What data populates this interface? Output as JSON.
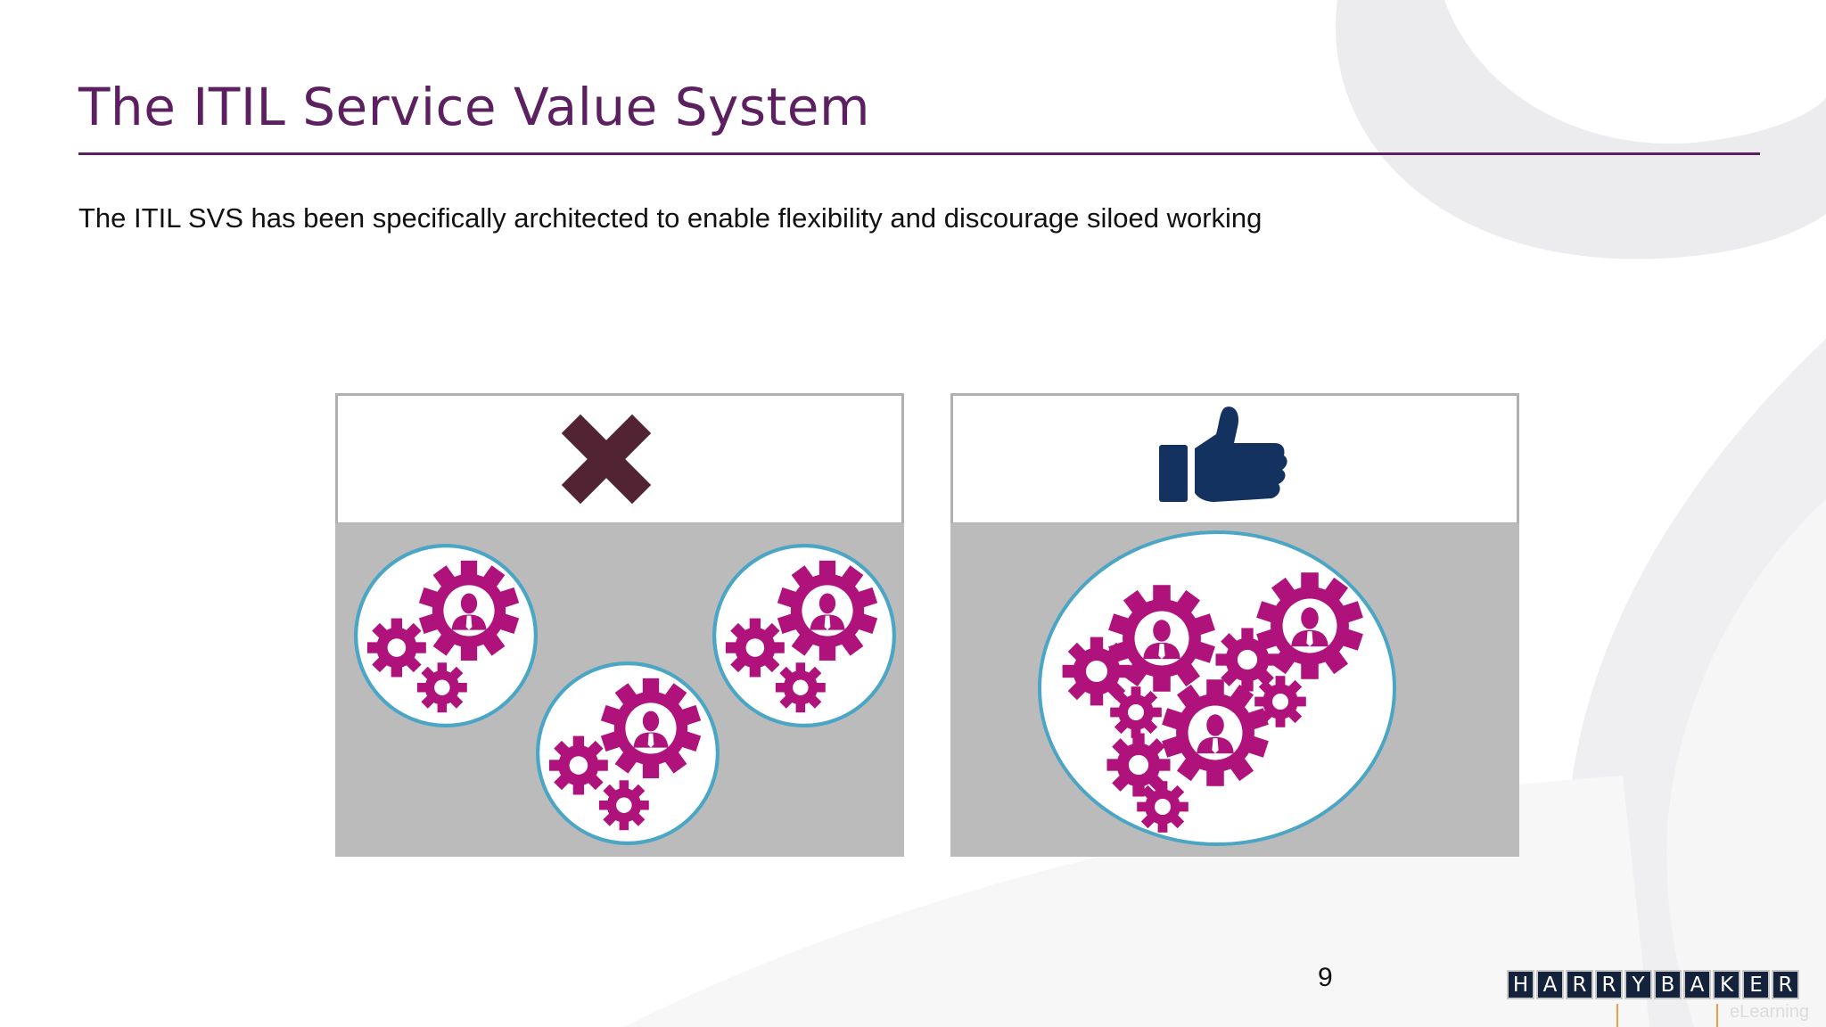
{
  "slide": {
    "title": "The ITIL Service Value System",
    "body": "The ITIL SVS has been specifically architected to enable flexibility and discourage siloed working",
    "page_number": "9"
  },
  "panels": {
    "left": {
      "icon": "cross-icon",
      "icon_color": "#522332",
      "meaning": "siloed"
    },
    "right": {
      "icon": "thumbs-up-icon",
      "icon_color": "#13325f",
      "meaning": "integrated"
    }
  },
  "colors": {
    "title": "#5c1f5f",
    "gear": "#b0127c",
    "circle_border": "#4aa6c4",
    "panel_fill": "#bcbbbc"
  },
  "logo": {
    "letters": [
      "H",
      "A",
      "R",
      "R",
      "Y",
      "B",
      "A",
      "K",
      "E",
      "R"
    ],
    "subtitle": "eLearning"
  }
}
